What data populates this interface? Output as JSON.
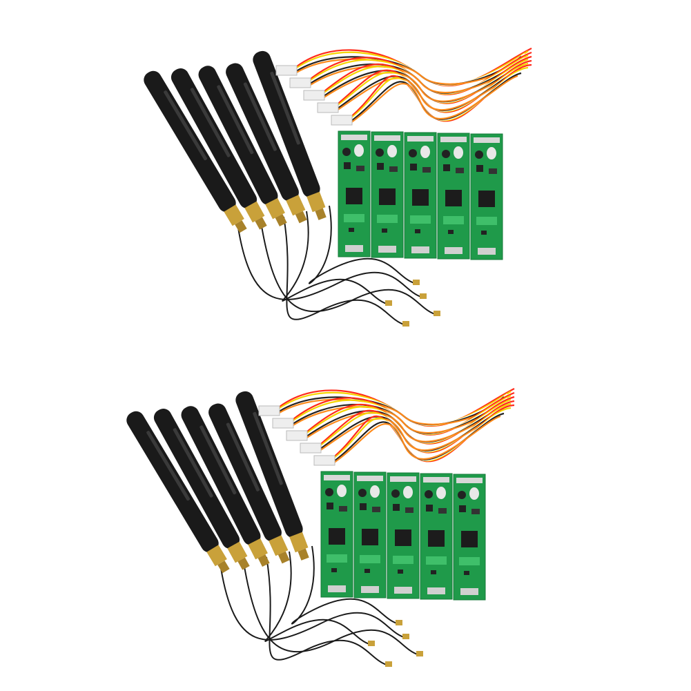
{
  "image": {
    "kit_count": 2,
    "items_per_kit": {
      "antennas": 5,
      "pcb_modules": 5,
      "wire_harnesses": 5,
      "pigtail_cables": 5
    },
    "colors": {
      "background": "#ffffff",
      "antenna": "#1a1a1a",
      "brass": "#c9a13a",
      "pcb": "#1f9a4a",
      "pcb_light": "#3fbf6a",
      "chip": "#1c1c1c",
      "connector": "#eeeeee",
      "wires": [
        "#ff2a1a",
        "#f5d400",
        "#ffffff",
        "#222222",
        "#ff8a1a"
      ]
    }
  }
}
